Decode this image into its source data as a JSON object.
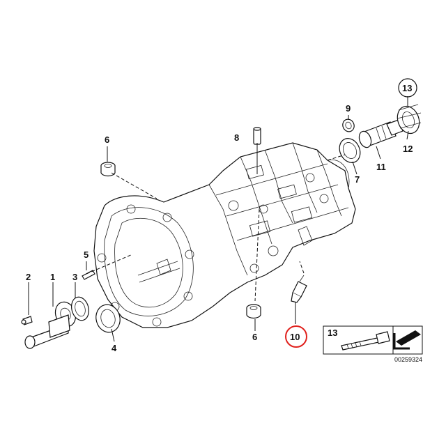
{
  "diagram": {
    "part_number": "00259324",
    "callouts": {
      "c1": "1",
      "c2": "2",
      "c3": "3",
      "c4": "4",
      "c5": "5",
      "c6a": "6",
      "c6b": "6",
      "c7": "7",
      "c8": "8",
      "c9": "9",
      "c10": "10",
      "c11": "11",
      "c12": "12",
      "c13": "13"
    },
    "inset": {
      "label": "13"
    },
    "highlight": {
      "item": "10",
      "color": "#e0201c"
    }
  }
}
